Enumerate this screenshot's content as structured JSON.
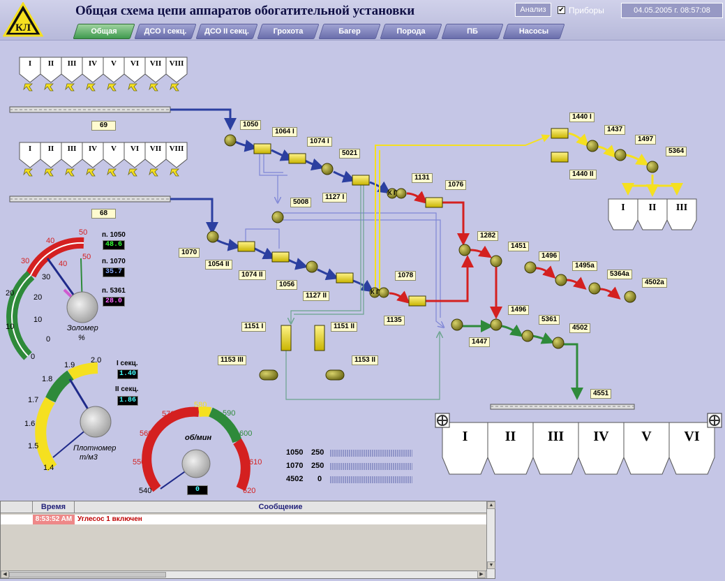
{
  "header": {
    "title": "Общая схема цепи аппаратов обогатительной установки",
    "analysis_button": "Анализ",
    "devices_checkbox": {
      "label": "Приборы",
      "checked": true,
      "mark": "✔"
    },
    "datetime": "04.05.2005 г. 08:57:08",
    "logo_text": "КЛ"
  },
  "tabs": [
    {
      "label": "Общая",
      "active": true
    },
    {
      "label": "ДСО I секц.",
      "active": false
    },
    {
      "label": "ДСО II секц.",
      "active": false
    },
    {
      "label": "Грохота",
      "active": false
    },
    {
      "label": "Багер",
      "active": false
    },
    {
      "label": "Порода",
      "active": false
    },
    {
      "label": "ПБ",
      "active": false
    },
    {
      "label": "Насосы",
      "active": false
    }
  ],
  "bunkers_top": [
    "I",
    "II",
    "III",
    "IV",
    "V",
    "VI",
    "VII",
    "VIII"
  ],
  "bunkers_mid": [
    "I",
    "II",
    "III",
    "IV",
    "V",
    "VI",
    "VII",
    "VIII"
  ],
  "bunkers_right": [
    "I",
    "II",
    "III"
  ],
  "bunkers_bottom": [
    "I",
    "II",
    "III",
    "IV",
    "V",
    "VI"
  ],
  "equipment": {
    "c69": "69",
    "c68": "68",
    "e1050": "1050",
    "e1064_1": "1064 I",
    "e1074_1": "1074 I",
    "e5021": "5021",
    "e1127_1": "1127 I",
    "e5008": "5008",
    "e1131": "1131",
    "e1076": "1076",
    "e1440_1": "1440 I",
    "e1440_2": "1440 II",
    "e1437": "1437",
    "e1497": "1497",
    "e5364": "5364",
    "e1282": "1282",
    "e1451": "1451",
    "e1496a": "1496",
    "e1495a": "1495a",
    "e5364a": "5364a",
    "e4502a": "4502a",
    "e1070": "1070",
    "e1054_2": "1054 II",
    "e1074_2": "1074 II",
    "e1056": "1056",
    "e1127_2": "1127 II",
    "e1078": "1078",
    "e1135": "1135",
    "e1447": "1447",
    "e1496b": "1496",
    "e5361": "5361",
    "e4502": "4502",
    "e1151_1": "1151 I",
    "e1151_2": "1151 II",
    "e1153_3": "1153 III",
    "e1153_2": "1153 II",
    "e4551": "4551",
    "kg": "К Г"
  },
  "ash_meter": {
    "name": "Золомер",
    "unit": "%",
    "scale_outer": [
      "0",
      "10",
      "20",
      "30",
      "40",
      "50"
    ],
    "scale_inner": [
      "0",
      "10",
      "20",
      "30",
      "40",
      "50"
    ],
    "readings": [
      {
        "label": "п. 1050",
        "value": "48.6",
        "color": "#33ff33"
      },
      {
        "label": "п. 1070",
        "value": "35.7",
        "color": "#88aaff"
      },
      {
        "label": "п. 5361",
        "value": "28.0",
        "color": "#ff66ff"
      }
    ]
  },
  "density_meter": {
    "name": "Плотномер",
    "unit": "т/м3",
    "scale": [
      "1.4",
      "1.5",
      "1.6",
      "1.7",
      "1.8",
      "1.9",
      "2.0"
    ],
    "readings": [
      {
        "label": "I секц.",
        "value": "1.40",
        "color": "#44ffff"
      },
      {
        "label": "II секц.",
        "value": "1.86",
        "color": "#44ffff"
      }
    ]
  },
  "rpm_meter": {
    "unit": "об/мин",
    "scale": [
      "540",
      "550",
      "560",
      "570",
      "580",
      "590",
      "600",
      "610",
      "620"
    ],
    "value": "0"
  },
  "level_bars": [
    {
      "id": "1050",
      "value": "250"
    },
    {
      "id": "1070",
      "value": "250"
    },
    {
      "id": "4502",
      "value": "0"
    }
  ],
  "log": {
    "col_time": "Время",
    "col_message": "Сообщение",
    "rows": [
      {
        "time": "8:53:52 AM",
        "message": "Углесос 1  включен"
      }
    ]
  },
  "colors": {
    "blue": "#2b3fa0",
    "yellow": "#f5e020",
    "red": "#d42020",
    "green": "#2e8a3a",
    "pale_blue": "#7f86d6",
    "teal": "#6aa38d"
  }
}
